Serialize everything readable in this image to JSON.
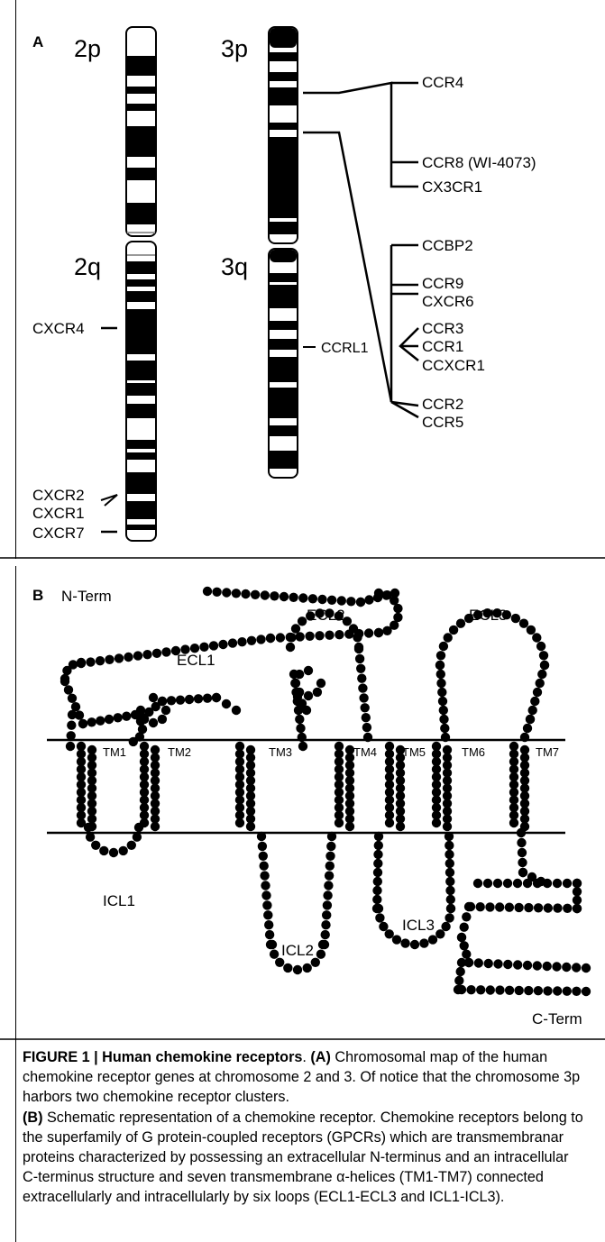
{
  "panel_a": {
    "label": "A",
    "chr2": {
      "p_label": "2p",
      "q_label": "2q",
      "genes": [
        "CXCR4",
        "CXCR2",
        "CXCR1",
        "CXCR7"
      ]
    },
    "chr3": {
      "p_label": "3p",
      "q_label": "3q",
      "genes_q": [
        "CCRL1"
      ],
      "cluster1": [
        "CCR4",
        "CCR8 (WI-4073)",
        "CX3CR1"
      ],
      "cluster2": [
        "CCBP2",
        "CCR9",
        "CXCR6",
        "CCR3",
        "CCR1",
        "CCXCR1",
        "CCR2",
        "CCR5"
      ]
    }
  },
  "panel_b": {
    "label": "B",
    "n_term": "N-Term",
    "c_term": "C-Term",
    "ecl": [
      "ECL1",
      "ECL2",
      "ECL3"
    ],
    "icl": [
      "ICL1",
      "ICL2",
      "ICL3"
    ],
    "tm": [
      "TM1",
      "TM2",
      "TM3",
      "TM4",
      "TM5",
      "TM6",
      "TM7"
    ]
  },
  "caption": {
    "figure_label": "FIGURE 1 | Human chemokine receptors",
    "part_a_label": "(A)",
    "part_a_text": "Chromosomal map of the human chemokine receptor genes at chromosome 2 and 3. Of notice that the chromosome 3p harbors two chemokine receptor clusters.",
    "part_b_label": "(B)",
    "part_b_text": "Schematic representation of a chemokine receptor. Chemokine receptors belong to the superfamily of G protein-coupled receptors (GPCRs) which are transmembranar proteins characterized by possessing an extracellular N-terminus and an intracellular C-terminus structure and seven transmembrane α-helices (TM1-TM7) connected extracellularly and intracellularly by six loops (ECL1-ECL3 and ICL1-ICL3)."
  }
}
